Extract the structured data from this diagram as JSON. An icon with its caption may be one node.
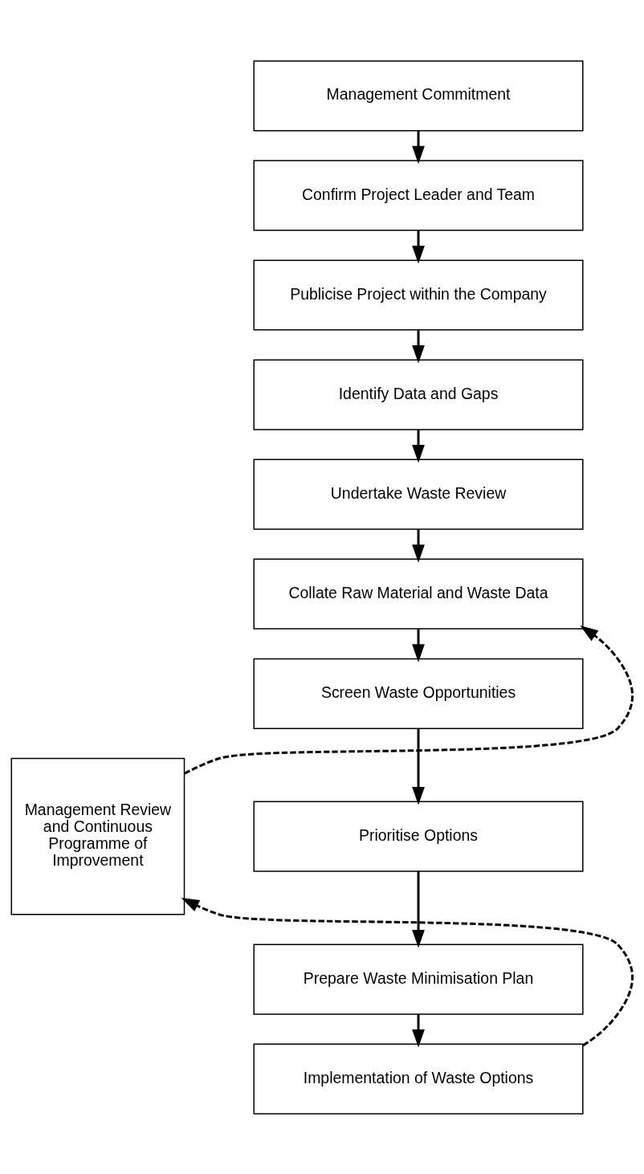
{
  "diagram": {
    "nodes": [
      {
        "text": [
          "Management Commitment"
        ]
      },
      {
        "text": [
          "Confirm Project Leader and Team"
        ]
      },
      {
        "text": [
          "Publicise Project within the Company"
        ]
      },
      {
        "text": [
          "Identify Data and Gaps"
        ]
      },
      {
        "text": [
          "Undertake Waste Review"
        ]
      },
      {
        "text": [
          "Collate Raw Material and Waste Data"
        ]
      },
      {
        "text": [
          "Screen Waste Opportunities"
        ]
      },
      {
        "text": [
          "Prioritise Options"
        ]
      },
      {
        "text": [
          "Prepare Waste Minimisation Plan"
        ]
      },
      {
        "text": [
          "Implementation of Waste Options"
        ]
      },
      {
        "text": [
          "Management Review and Continuous Programme of Improvement"
        ]
      }
    ],
    "edges": [
      {
        "from": 0,
        "to": 1,
        "arrow": "to"
      },
      {
        "from": 1,
        "to": 2,
        "arrow": "to"
      },
      {
        "from": 2,
        "to": 3,
        "arrow": "to"
      },
      {
        "from": 3,
        "to": 4,
        "arrow": "to"
      },
      {
        "from": 4,
        "to": 5,
        "arrow": "to"
      },
      {
        "from": 5,
        "to": 6,
        "arrow": "to"
      },
      {
        "from": 6,
        "to": 7,
        "arrow": "to"
      },
      {
        "from": 7,
        "to": 8,
        "arrow": "to"
      },
      {
        "from": 8,
        "to": 9,
        "arrow": "to"
      },
      {
        "from": 9,
        "to": 10,
        "arrow": "to",
        "style": "dashed"
      },
      {
        "from": 10,
        "to": 5,
        "arrow": "to",
        "style": "dashed"
      }
    ]
  }
}
